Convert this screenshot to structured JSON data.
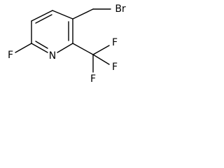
{
  "structure": {
    "atom_labels": {
      "bromine": "Br",
      "ring_fluorine": "F",
      "ring_nitrogen": "N",
      "cf3_fluorine_top": "F",
      "cf3_fluorine_right": "F",
      "cf3_fluorine_bottom": "F"
    }
  }
}
